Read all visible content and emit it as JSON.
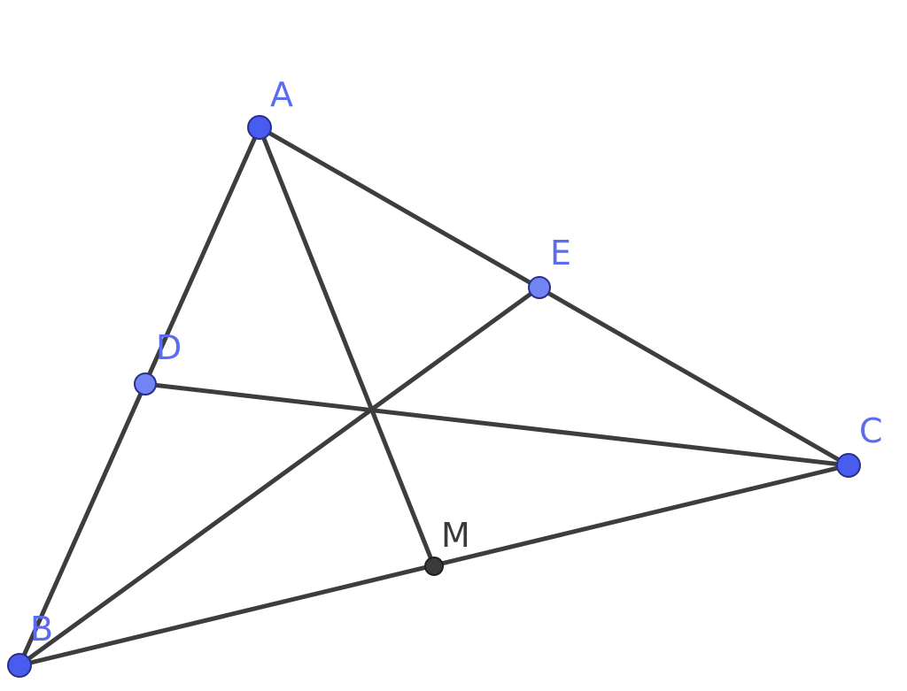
{
  "figure": {
    "points": [
      {
        "id": "A",
        "label": "A",
        "kind": "free",
        "color": "#4a5cf0"
      },
      {
        "id": "B",
        "label": "B",
        "kind": "free",
        "color": "#4a5cf0"
      },
      {
        "id": "C",
        "label": "C",
        "kind": "free",
        "color": "#4a5cf0"
      },
      {
        "id": "D",
        "label": "D",
        "kind": "on-segment",
        "color": "#7385f5"
      },
      {
        "id": "E",
        "label": "E",
        "kind": "on-segment",
        "color": "#7385f5"
      },
      {
        "id": "M",
        "label": "M",
        "kind": "dependent",
        "color": "#3a3a3a"
      }
    ],
    "segments": [
      [
        "A",
        "B"
      ],
      [
        "A",
        "C"
      ],
      [
        "B",
        "C"
      ],
      [
        "A",
        "M"
      ],
      [
        "B",
        "E"
      ],
      [
        "C",
        "D"
      ]
    ],
    "line_color": "#3d3d3d",
    "free_label_color": "#5b6cf0",
    "dependent_label_color": "#3a3a3a"
  }
}
